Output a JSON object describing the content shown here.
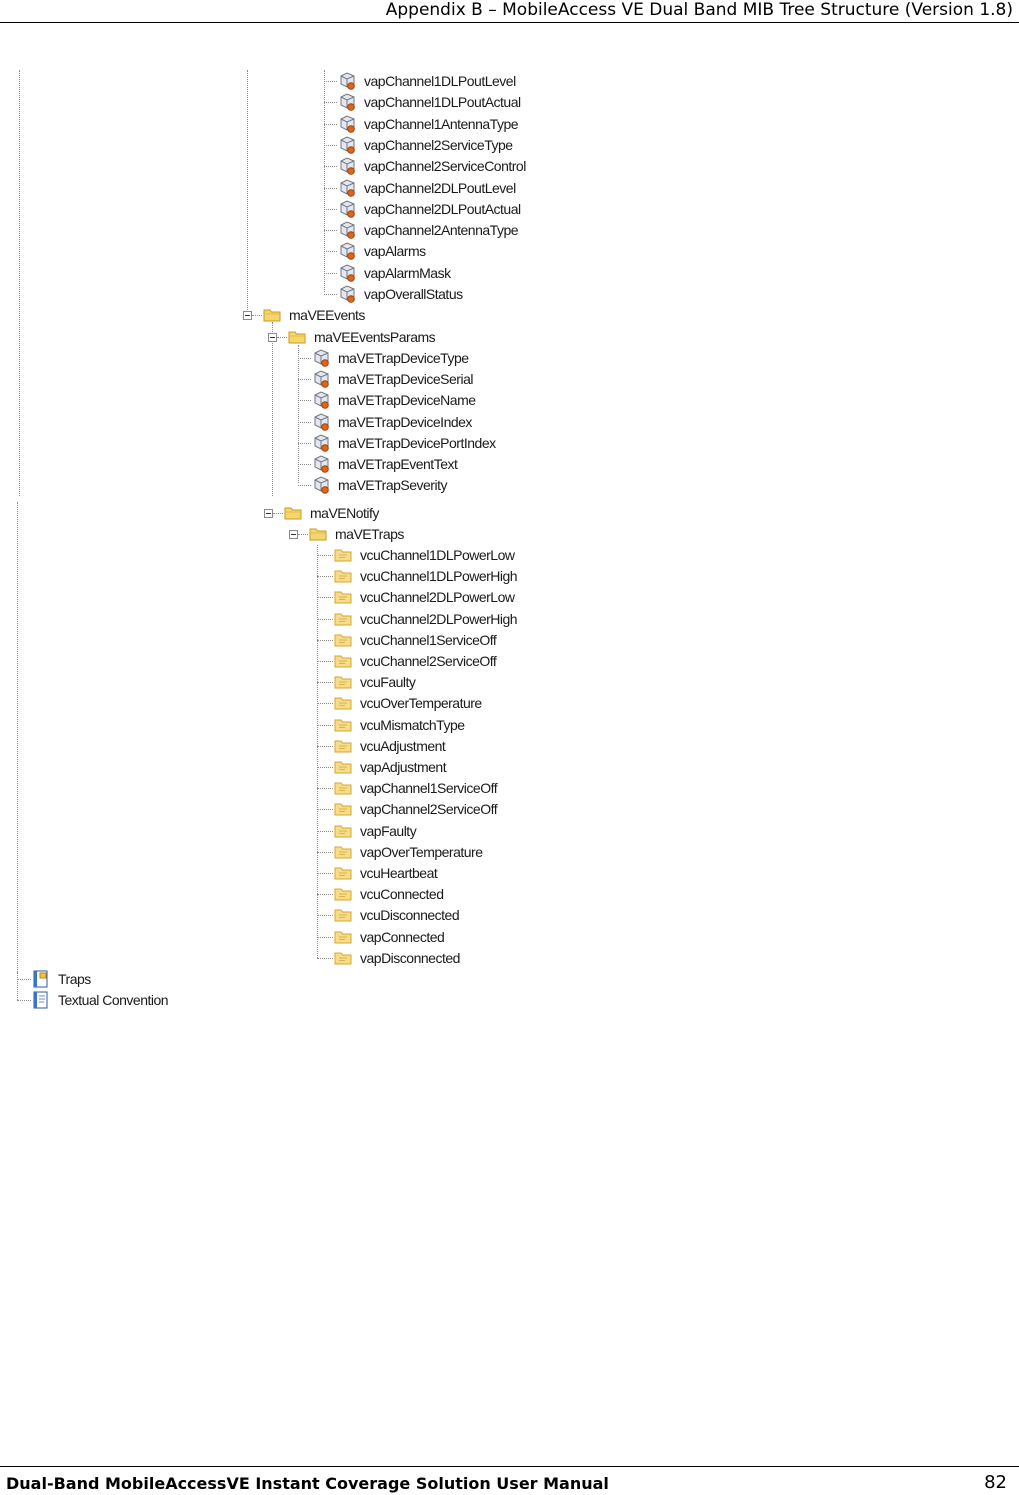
{
  "header": {
    "title": "Appendix B – MobileAccess VE Dual Band MIB Tree Structure (Version 1.8)"
  },
  "footer": {
    "title": "Dual-Band MobileAccessVE Instant Coverage Solution User Manual",
    "page": "82"
  },
  "tree": {
    "vap_objects": [
      "vapChannel1DLPoutLevel",
      "vapChannel1DLPoutActual",
      "vapChannel1AntennaType",
      "vapChannel2ServiceType",
      "vapChannel2ServiceControl",
      "vapChannel2DLPoutLevel",
      "vapChannel2DLPoutActual",
      "vapChannel2AntennaType",
      "vapAlarms",
      "vapAlarmMask",
      "vapOverallStatus"
    ],
    "events_folder": "maVEEvents",
    "events_params_folder": "maVEEventsParams",
    "events_params": [
      "maVETrapDeviceType",
      "maVETrapDeviceSerial",
      "maVETrapDeviceName",
      "maVETrapDeviceIndex",
      "maVETrapDevicePortIndex",
      "maVETrapEventText",
      "maVETrapSeverity"
    ],
    "notify_folder": "maVENotify",
    "traps_folder": "maVETraps",
    "traps": [
      "vcuChannel1DLPowerLow",
      "vcuChannel1DLPowerHigh",
      "vcuChannel2DLPowerLow",
      "vcuChannel2DLPowerHigh",
      "vcuChannel1ServiceOff",
      "vcuChannel2ServiceOff",
      "vcuFaulty",
      "vcuOverTemperature",
      "vcuMismatchType",
      "vcuAdjustment",
      "vapAdjustment",
      "vapChannel1ServiceOff",
      "vapChannel2ServiceOff",
      "vapFaulty",
      "vapOverTemperature",
      "vcuHeartbeat",
      "vcuConnected",
      "vcuDisconnected",
      "vapConnected",
      "vapDisconnected"
    ],
    "root_items": [
      "Traps",
      "Textual Convention"
    ]
  }
}
